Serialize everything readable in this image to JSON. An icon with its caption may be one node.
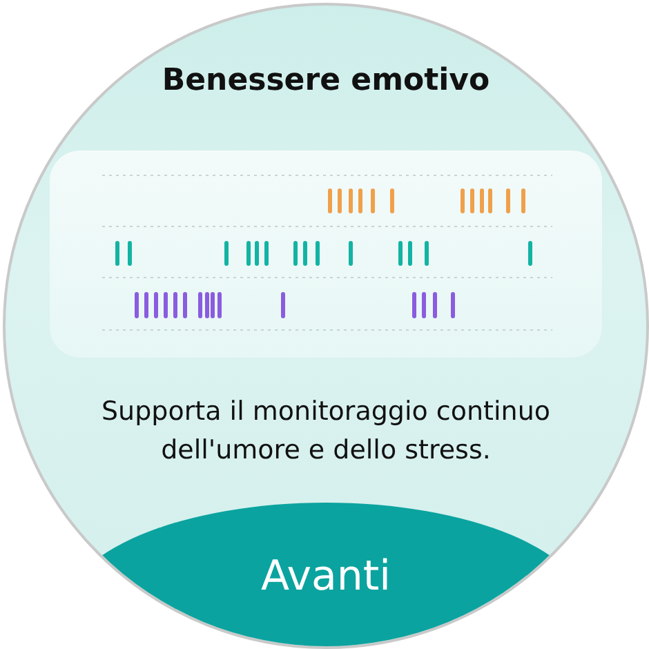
{
  "diagram": {
    "title": "Benessere emotivo",
    "nodes": [
      {
        "text": [
          "Avanti"
        ]
      }
    ],
    "edges": [],
    "labels": [
      "Supporta il monitoraggio continuo dell'umore e dello stress."
    ]
  }
}
